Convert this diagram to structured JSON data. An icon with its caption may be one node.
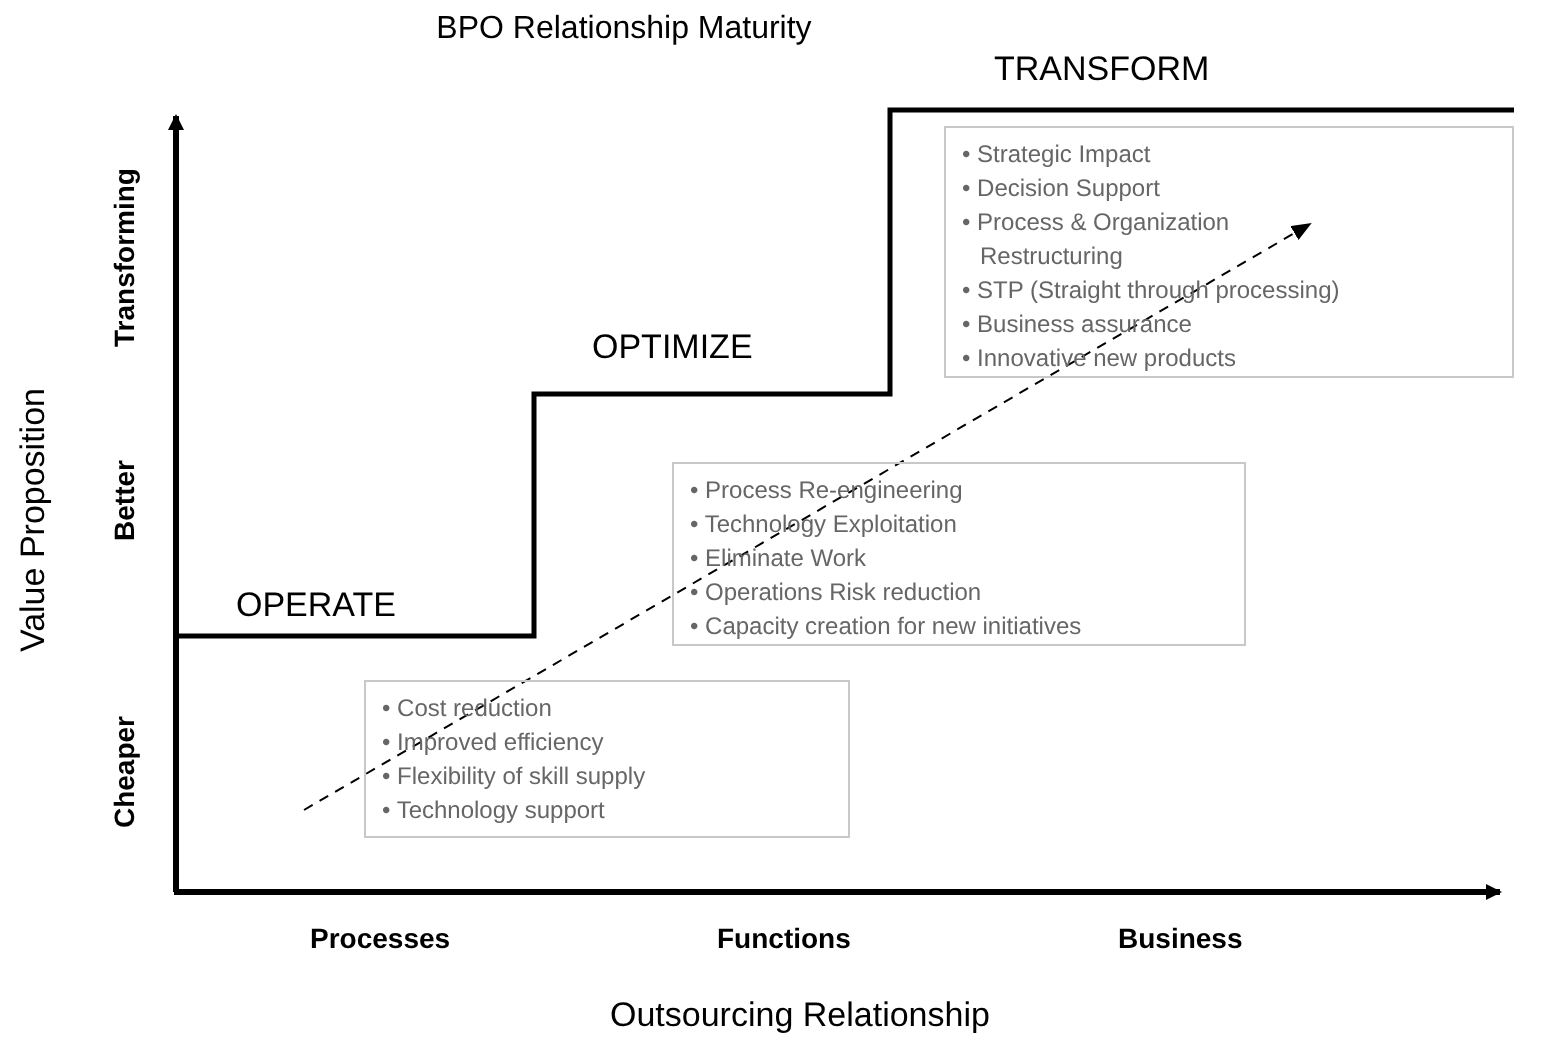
{
  "diagram": {
    "title": "BPO Relationship Maturity",
    "nodes": [
      {
        "text": [
          "• Cost reduction",
          "• Improved efficiency",
          "• Flexibility of skill supply",
          "• Technology support"
        ]
      },
      {
        "text": [
          "• Process Re-engineering",
          "• Technology Exploitation",
          "• Eliminate Work",
          "• Operations Risk reduction",
          "• Capacity creation for new initiatives"
        ]
      },
      {
        "text": [
          "• Strategic Impact",
          "• Decision Support",
          "• Process & Organization Restructuring",
          "• STP (Straight through processing)",
          "• Business assurance",
          "• Innovative new products"
        ]
      }
    ],
    "edges": [],
    "labels": [
      "Value Proposition",
      "Transforming",
      "Better",
      "Cheaper",
      "OPERATE",
      "OPTIMIZE",
      "TRANSFORM",
      "Processes",
      "Functions",
      "Business",
      "Outsourcing Relationship"
    ]
  }
}
